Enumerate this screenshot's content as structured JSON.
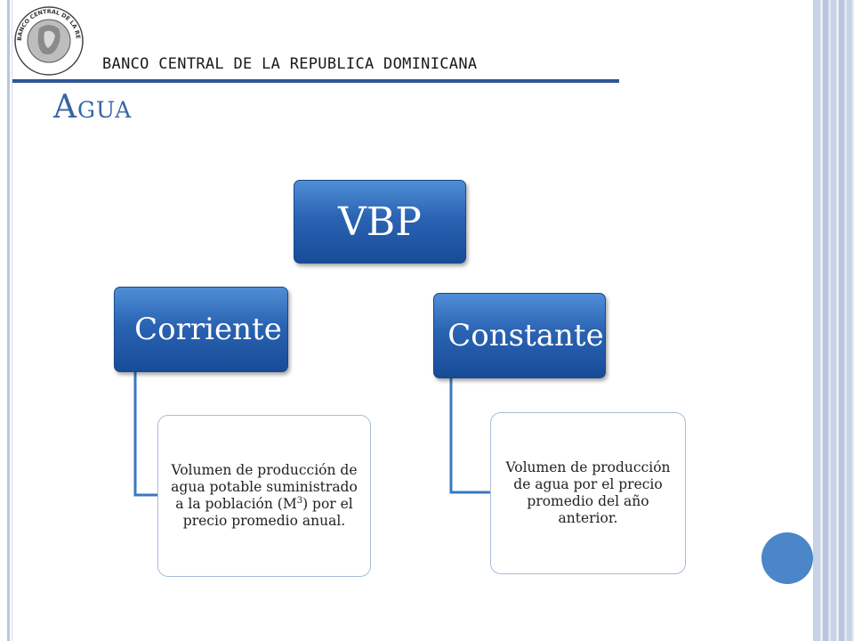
{
  "header": {
    "institution": "BANCO CENTRAL DE LA REPUBLICA DOMINICANA",
    "logo_text": "BANCO CENTRAL DE LA REPUBLICA DOMINICANA",
    "logo_icon": "bank-seal-icon"
  },
  "slide": {
    "title": "Agua"
  },
  "diagram": {
    "root": {
      "label": "VBP"
    },
    "branches": [
      {
        "label": "Corriente",
        "description_pre": "Volumen de producción de agua potable suministrado a la población (M",
        "description_sup": "3",
        "description_post": ") por el precio promedio anual."
      },
      {
        "label": "Constante",
        "description": "Volumen de producción de agua por el precio promedio del año anterior."
      }
    ]
  },
  "colors": {
    "accent": "#3565a6",
    "box_fill": "#2a63b3",
    "rule": "#2e5596",
    "connector": "#3a78c0"
  }
}
